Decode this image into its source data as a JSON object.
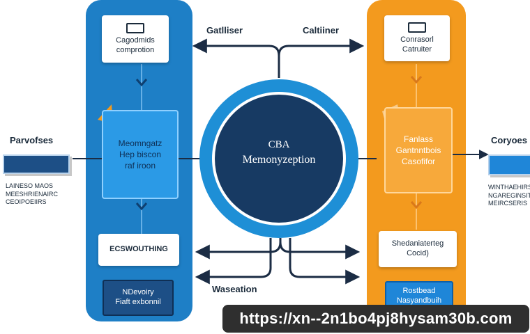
{
  "left_column": {
    "top_card": "Cagodmids\ncomprotion",
    "middle_box": "Meomngatz\nHep biscon\nraf iroon",
    "lower_card": "ECSWOUTHING",
    "bottom_box": "NDevoiry\nFiaft exbonnil"
  },
  "right_column": {
    "top_card": "Conrasorl\nCatruiter",
    "middle_box": "Fanlass\nGantnntbois\nCasofifor",
    "lower_card": "Shedaniaterteg\nCocid)",
    "bottom_box": "Rostbead\nNasyandbuih"
  },
  "center": {
    "line1": "CBA",
    "line2": "Memonyzeption"
  },
  "labels": {
    "top_left": "Gatlliser",
    "top_right": "Caltiiner",
    "bottom": "Waseation"
  },
  "left_side": {
    "title": "Parvofses",
    "text": "LAINESO MAOS\nMEESHRIENAIRC\nCEOIPOEIIRS"
  },
  "right_side": {
    "title": "Coryoes",
    "text": "WINTHAEHIRS\nNGAREGINSITAR\nMEIRCSERIS"
  },
  "watermark": "https://xn--2n1bo4pj8hysam30b.com",
  "colors": {
    "blue_column": "#1e7fc6",
    "orange_column": "#f39a1e",
    "center_circle": "#173a63",
    "center_ring": "#1e8fd6",
    "arrows": "#1b2c44"
  }
}
